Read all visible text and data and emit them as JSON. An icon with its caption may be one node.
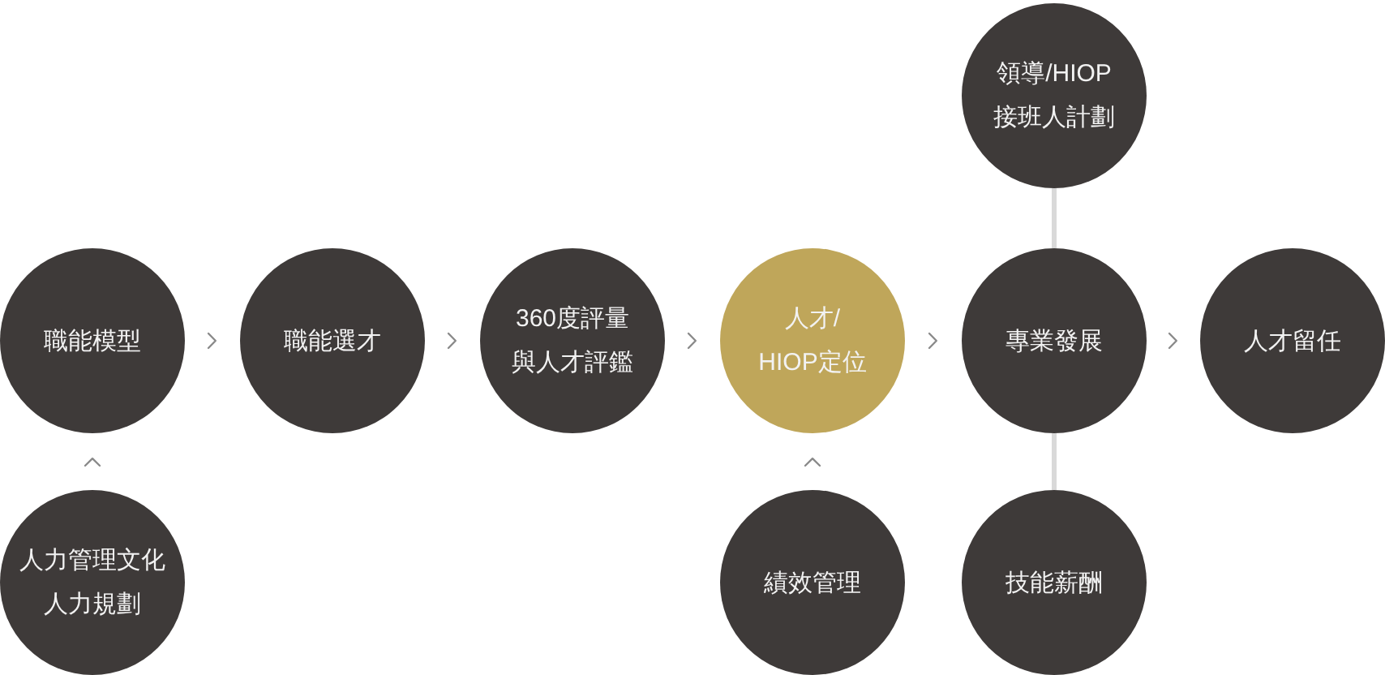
{
  "diagram": {
    "nodes": [
      {
        "text": [
          "領導/HIOP接班人計劃"
        ]
      },
      {
        "text": [
          "職能模型"
        ]
      },
      {
        "text": [
          "職能選才"
        ]
      },
      {
        "text": [
          "360度評量與人才評鑑"
        ]
      },
      {
        "text": [
          "人才/HIOP定位"
        ]
      },
      {
        "text": [
          "專業發展"
        ]
      },
      {
        "text": [
          "人才留任"
        ]
      },
      {
        "text": [
          "人力管理文化人力規劃"
        ]
      },
      {
        "text": [
          "績效管理"
        ]
      },
      {
        "text": [
          "技能薪酬"
        ]
      }
    ],
    "edges": [
      {
        "from": 1,
        "to": 2,
        "arrow": "to"
      },
      {
        "from": 2,
        "to": 3,
        "arrow": "to"
      },
      {
        "from": 3,
        "to": 4,
        "arrow": "to"
      },
      {
        "from": 4,
        "to": 5,
        "arrow": "to"
      },
      {
        "from": 5,
        "to": 6,
        "arrow": "to"
      },
      {
        "from": 7,
        "to": 1,
        "arrow": "to"
      },
      {
        "from": 8,
        "to": 4,
        "arrow": "to"
      },
      {
        "from": 0,
        "to": 5,
        "arrow": "none",
        "style": "thick",
        "color": "#d9d9d9"
      },
      {
        "from": 5,
        "to": 9,
        "arrow": "none",
        "style": "thick",
        "color": "#d9d9d9"
      }
    ]
  }
}
